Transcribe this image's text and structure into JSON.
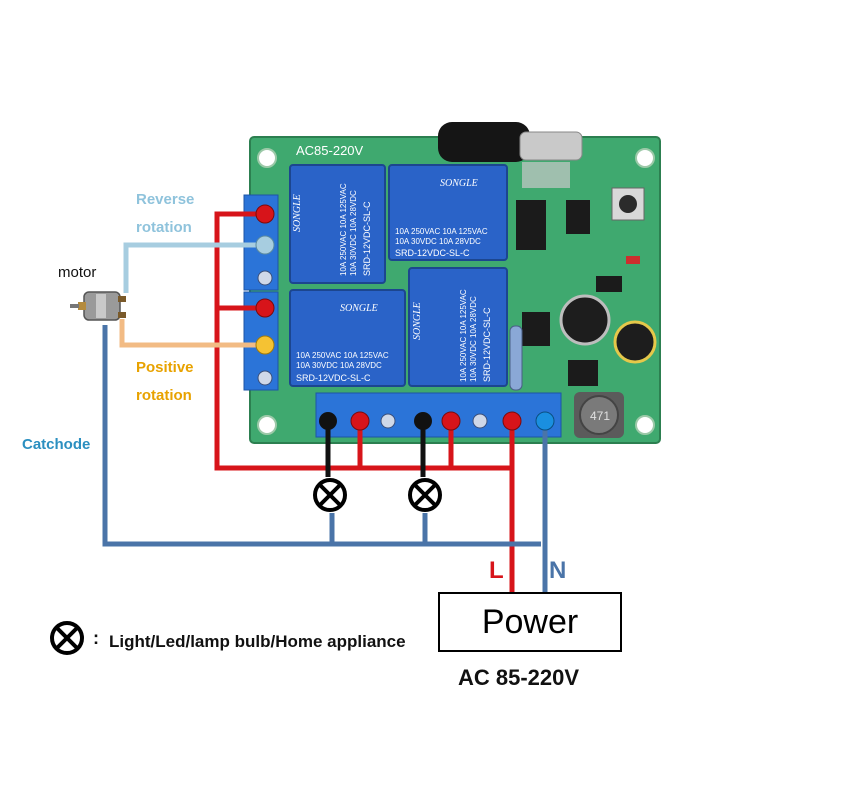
{
  "board": {
    "pcb_label": "AC85-220V",
    "relay_brand": "SONGLE",
    "relay_model": "SRD-12VDC-SL-C",
    "relay_rating_1": "10A 250VAC 10A 125VAC",
    "relay_rating_2": "10A 30VDC 10A 28VDC",
    "inductor_code": "471"
  },
  "labels": {
    "motor": "motor",
    "reverse_line1": "Reverse",
    "reverse_line2": "rotation",
    "positive_line1": "Positive",
    "positive_line2": "rotation",
    "cathode": "Catchode",
    "live": "L",
    "neutral": "N",
    "power": "Power",
    "ac_range": "AC 85-220V",
    "legend_colon": ":",
    "legend_text": "Light/Led/lamp bulb/Home appliance"
  },
  "colors": {
    "red_wire": "#d7141a",
    "blue_wire": "#4a74a8",
    "reverse_wire": "#a7cde0",
    "positive_wire": "#f2bb84",
    "reverse_text": "#8fc3dc",
    "positive_text": "#e8a200",
    "cathode_text": "#2b8fc0",
    "pcb": "#3ea86e",
    "relay": "#2a63c8",
    "terminal": "#2872d6"
  }
}
